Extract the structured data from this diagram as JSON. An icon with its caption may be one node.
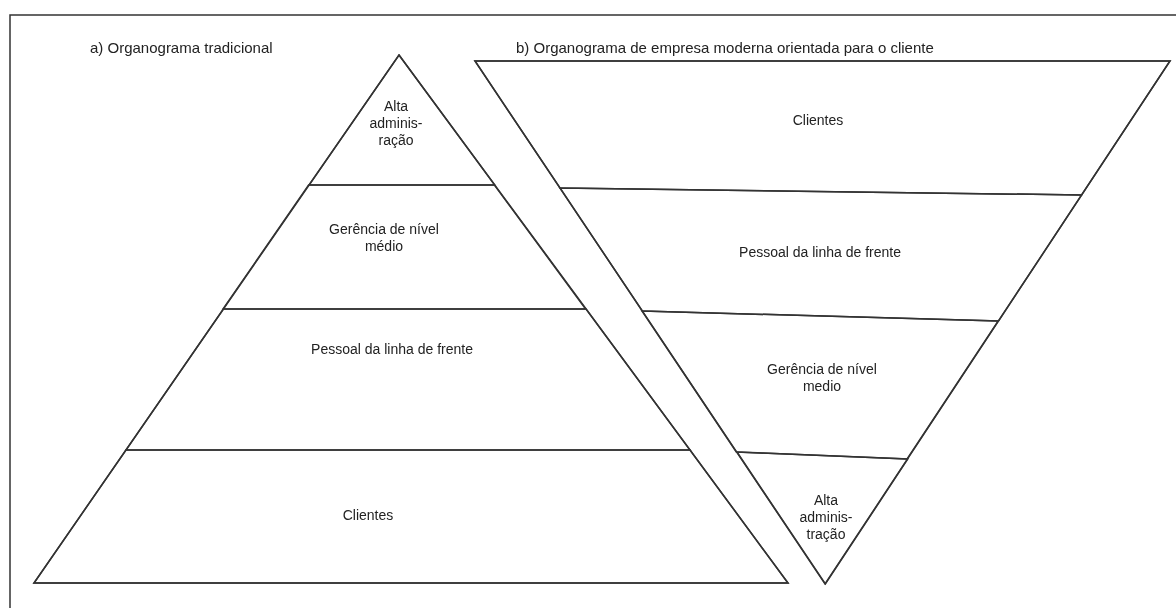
{
  "diagram": {
    "nodes": [
      {
        "text": [
          "a) Organograma tradicional"
        ]
      },
      {
        "text": [
          "Alta adminis- ração"
        ],
        "in": 0
      },
      {
        "text": [
          "Gerência de nível médio"
        ],
        "in": 0
      },
      {
        "text": [
          "Pessoal da linha de frente"
        ],
        "in": 0
      },
      {
        "text": [
          "Clientes"
        ],
        "in": 0
      },
      {
        "text": [
          "b) Organograma de empresa moderna orientada para o cliente"
        ]
      },
      {
        "text": [
          "Clientes"
        ],
        "in": 5
      },
      {
        "text": [
          "Pessoal da linha de frente"
        ],
        "in": 5
      },
      {
        "text": [
          "Gerência de nível medio"
        ],
        "in": 5
      },
      {
        "text": [
          "Alta adminis- tração"
        ],
        "in": 5
      }
    ]
  }
}
